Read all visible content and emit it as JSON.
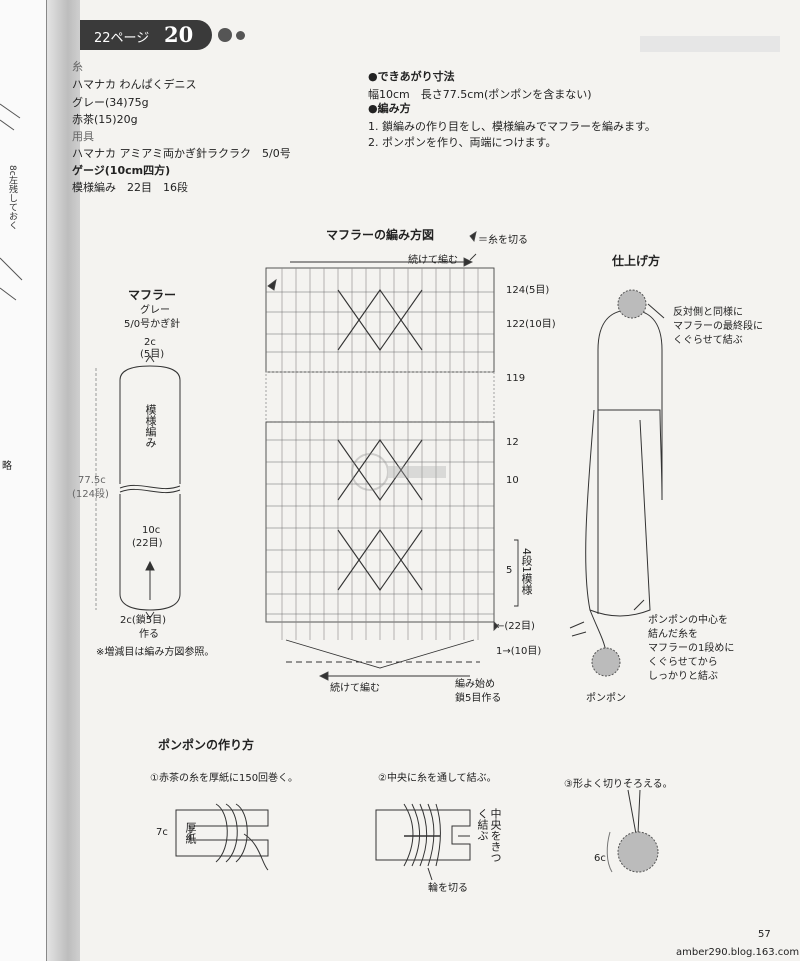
{
  "header": {
    "page_label": "22ページ",
    "pattern_number": "20"
  },
  "materials": {
    "line1": "糸",
    "line2": "ハマナカ わんぱくデニス",
    "line3": "グレー(34)75g",
    "line4": "赤茶(15)20g",
    "line5": "用具",
    "line6": "ハマナカ アミアミ両かぎ針ラクラク　5/0号",
    "line7": "ゲージ(10cm四方)",
    "line8": "模様編み　22目　16段"
  },
  "finished": {
    "heading": "●できあがり寸法",
    "size": "幅10cm　長さ77.5cm(ポンポンを含まない)",
    "method_heading": "●編み方",
    "step1": "1. 鎖編みの作り目をし、模様編みでマフラーを編みます。",
    "step2": "2. ポンポンを作り、両端につけます。"
  },
  "chart_section": {
    "title": "マフラーの編み方図",
    "legend": "＝糸を切る",
    "continue_top": "続けて編む",
    "continue_bottom": "続けて編む",
    "start": "編み始め",
    "start2": "鎖5目作る",
    "row_labels": [
      "124(5目)",
      "122(10目)",
      "119",
      "12",
      "10",
      "5",
      "←(22目)",
      "1→(10目)"
    ],
    "repeat_label": "4段1模様"
  },
  "muffler": {
    "title": "マフラー",
    "color": "グレー",
    "hook": "5/0号かぎ針",
    "top": "2c",
    "top_sts": "(5目)",
    "pattern": "模様編み",
    "length": "77.5c",
    "length_rows": "(124段)",
    "width": "10c",
    "width_sts": "(22目)",
    "bottom": "2c(鎖5目)",
    "bottom2": "作る",
    "note": "※増減目は編み方図参照。"
  },
  "finishing": {
    "title": "仕上げ方",
    "note1a": "反対側と同様に",
    "note1b": "マフラーの最終段に",
    "note1c": "くぐらせて結ぶ",
    "note2a": "ポンポンの中心を",
    "note2b": "結んだ糸を",
    "note2c": "マフラーの1段めに",
    "note2d": "くぐらせてから",
    "note2e": "しっかりと結ぶ",
    "pompom": "ポンポン"
  },
  "pompom_section": {
    "title": "ポンポンの作り方",
    "step1": "①赤茶の糸を厚紙に150回巻く。",
    "step2": "②中央に糸を通して結ぶ。",
    "step3": "③形よく切りそろえる。",
    "card_label": "厚紙",
    "size7": "7c",
    "size6": "6c",
    "tie_note": "中央をきつく結ぶ",
    "cut_note": "輪を切る"
  },
  "footer": {
    "page_number": "57",
    "url": "amber290.blog.163.com"
  },
  "left_page": {
    "fragment1": "8c左残しておく",
    "fragment2": "略"
  }
}
